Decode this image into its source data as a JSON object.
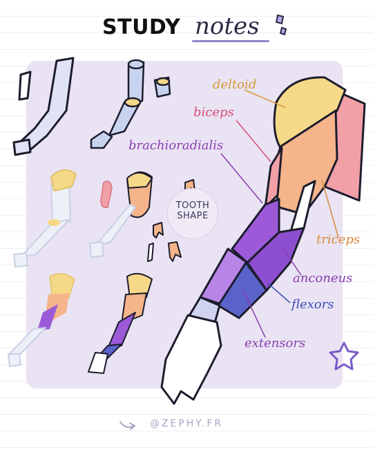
{
  "title": {
    "bold": "STUDY",
    "script": "notes"
  },
  "labels": {
    "deltoid": "deltoid",
    "biceps": "biceps",
    "brachioradialis": "brachioradialis",
    "triceps": "triceps",
    "anconeus": "anconeus",
    "flexors": "flexors",
    "extensors": "extensors"
  },
  "tooth_badge": {
    "line1": "TOOTH",
    "line2": "SHAPE"
  },
  "footer": {
    "handle": "@ZEPHY.FR"
  },
  "colors": {
    "deltoid": "#f6d889",
    "biceps": "#f1a0a8",
    "forearm_orange": "#f5b48a",
    "brachioradialis": "#9c5ad8",
    "flexors": "#5963c9",
    "panel": "#e9e3f3",
    "bone_blue": "#c8d4ef"
  },
  "icons": [
    "gem-icon",
    "star-icon",
    "arrow-icon"
  ]
}
